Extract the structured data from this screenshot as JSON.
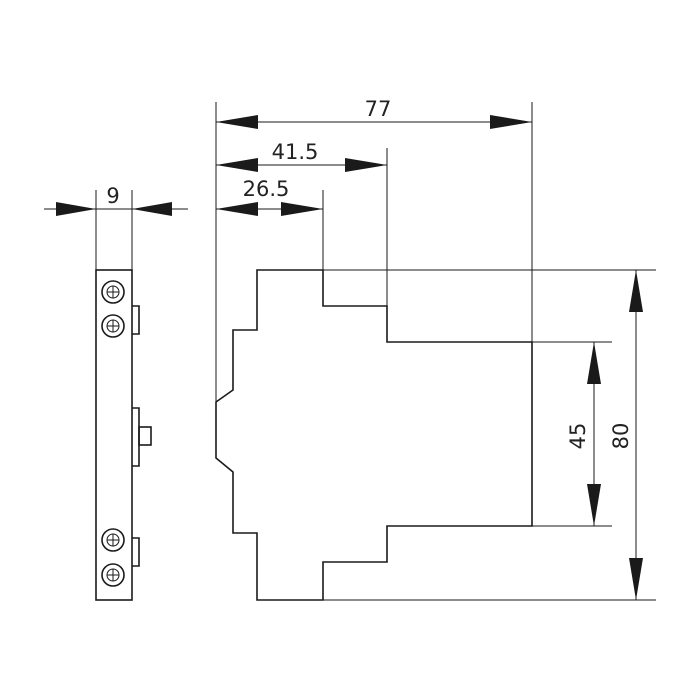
{
  "dimensions": {
    "overall_width": "77",
    "mid_width": "41.5",
    "inner_width": "26.5",
    "side_width": "9",
    "inner_height": "45",
    "overall_height": "80"
  },
  "colors": {
    "line": "#1a1a1a",
    "background": "#ffffff"
  }
}
